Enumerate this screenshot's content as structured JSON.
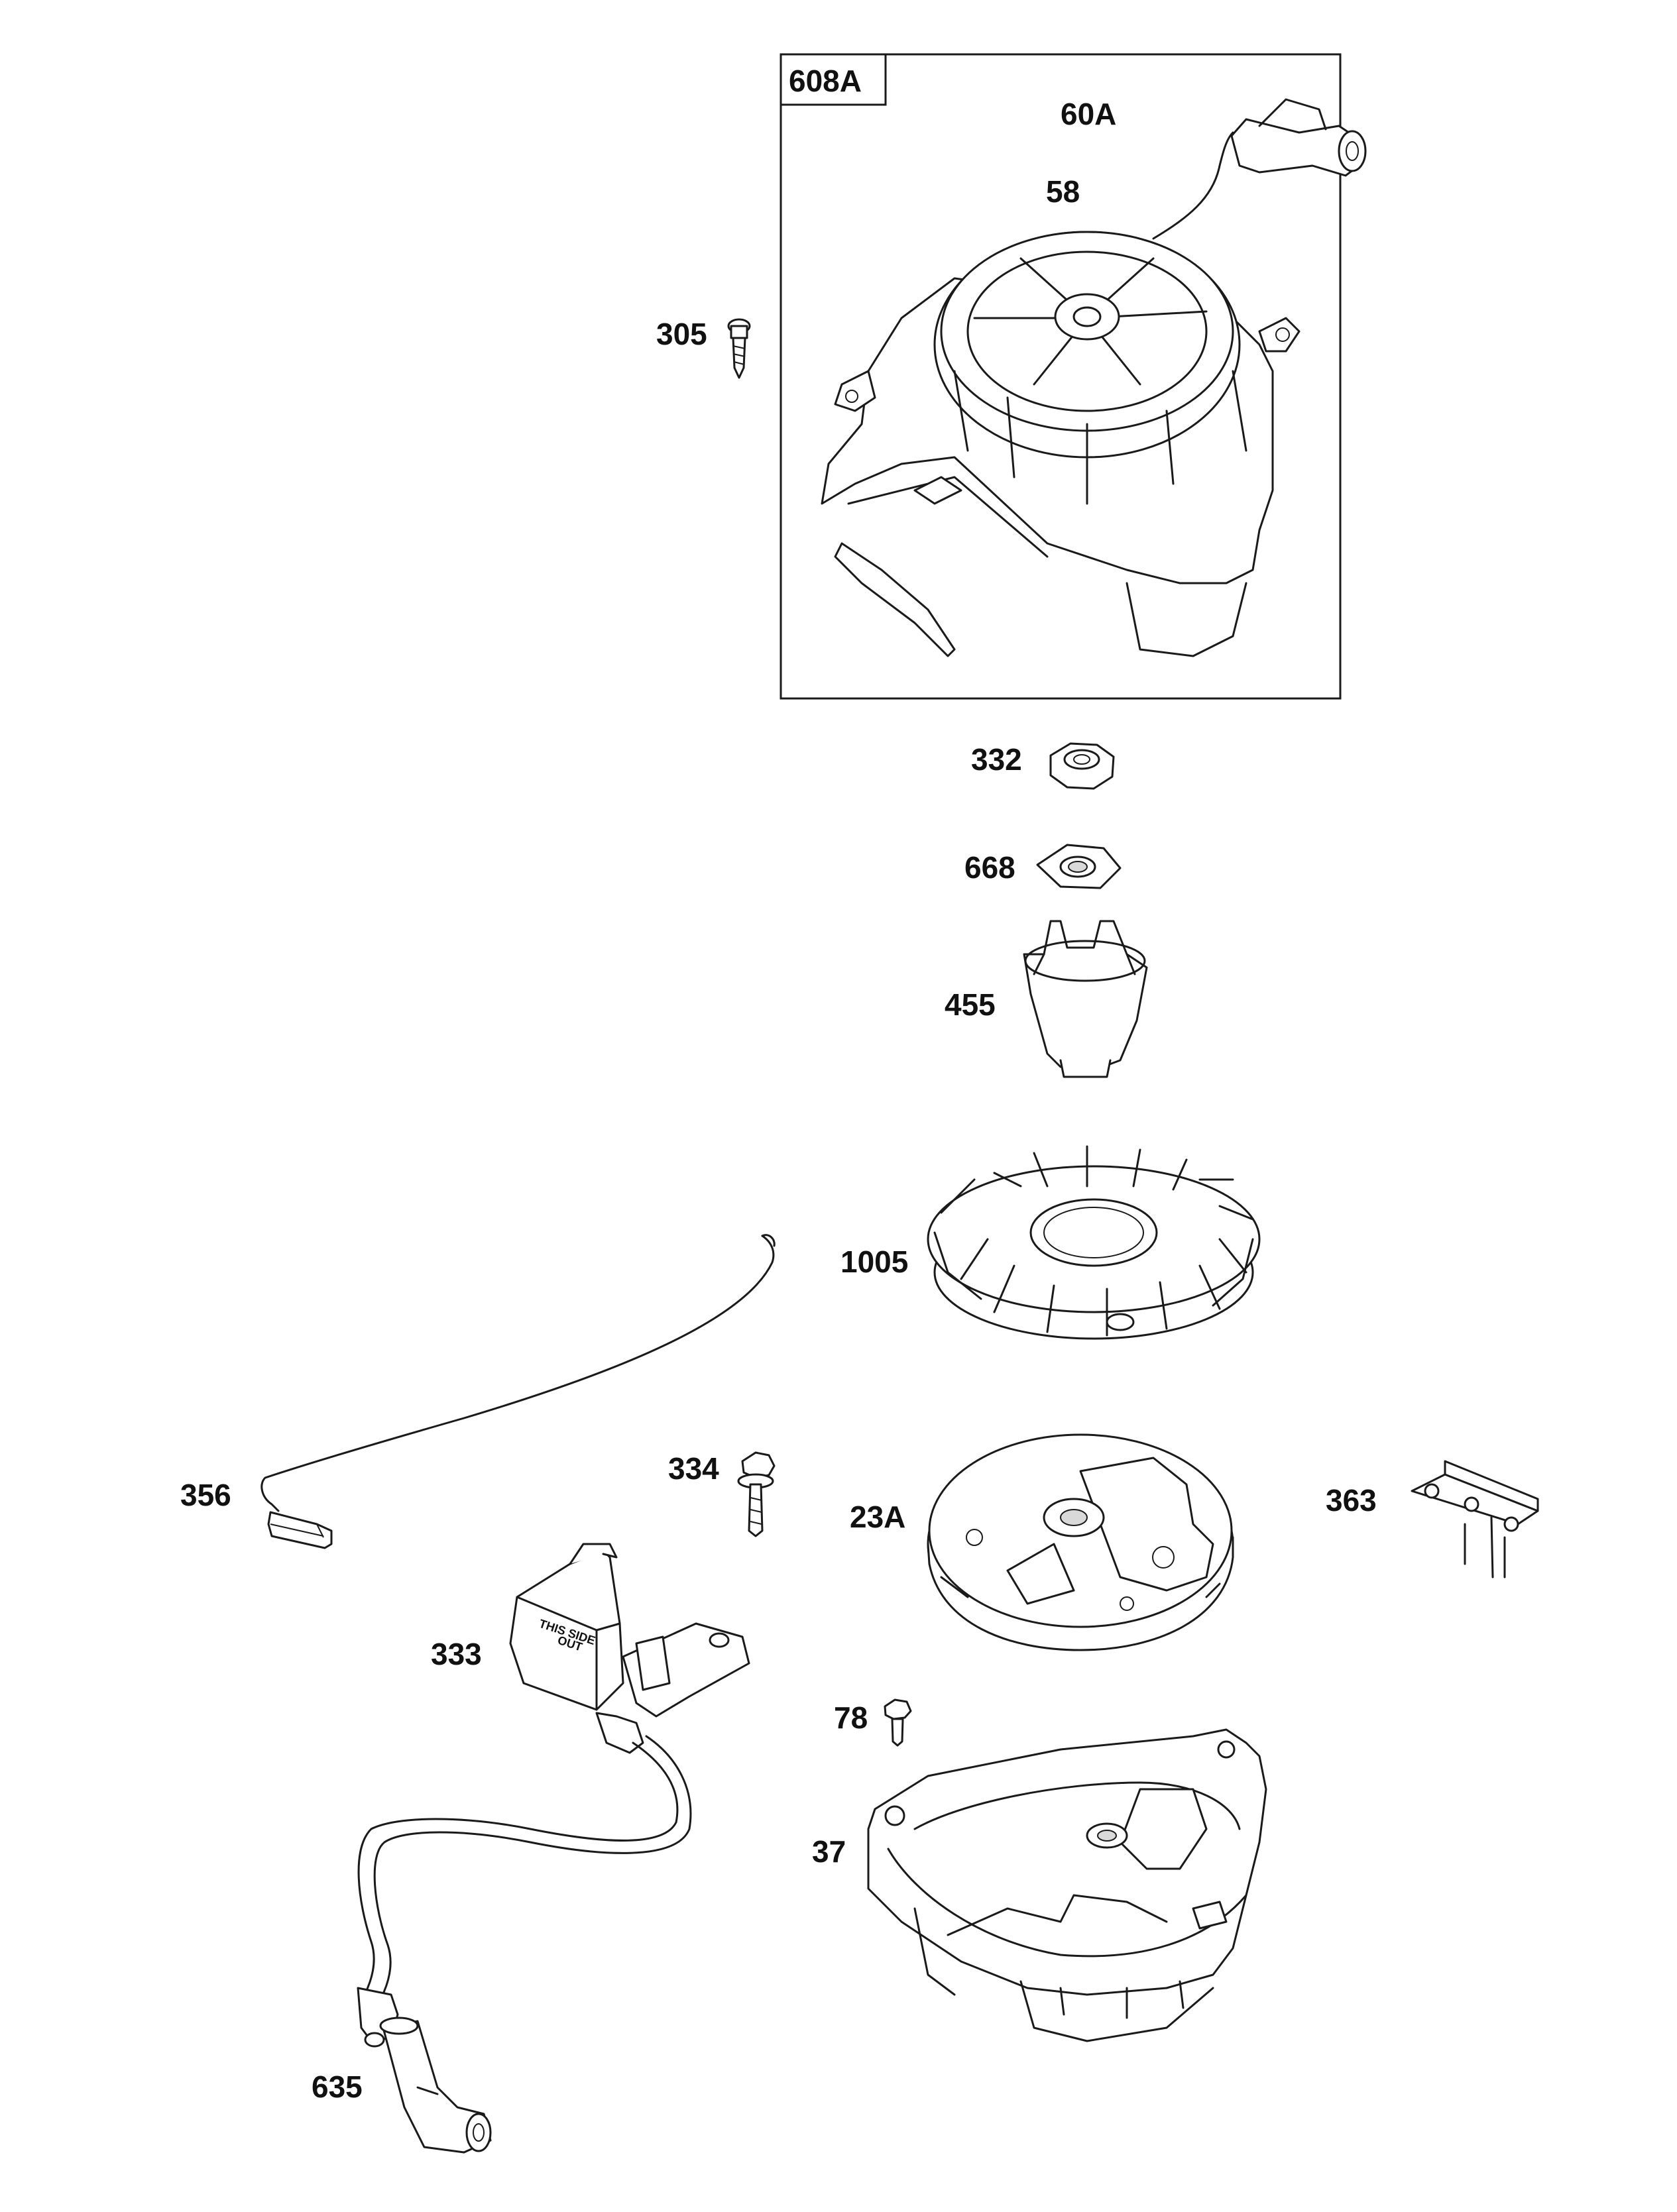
{
  "diagram": {
    "box_label": "608A",
    "labels": {
      "p60a": "60A",
      "p58": "58",
      "p305": "305",
      "p332": "332",
      "p668": "668",
      "p455": "455",
      "p1005": "1005",
      "p334": "334",
      "p356": "356",
      "p23a": "23A",
      "p363": "363",
      "p333": "333",
      "p78": "78",
      "p37": "37",
      "p635": "635"
    },
    "coil_text": [
      "THIS SIDE",
      "OUT"
    ]
  }
}
